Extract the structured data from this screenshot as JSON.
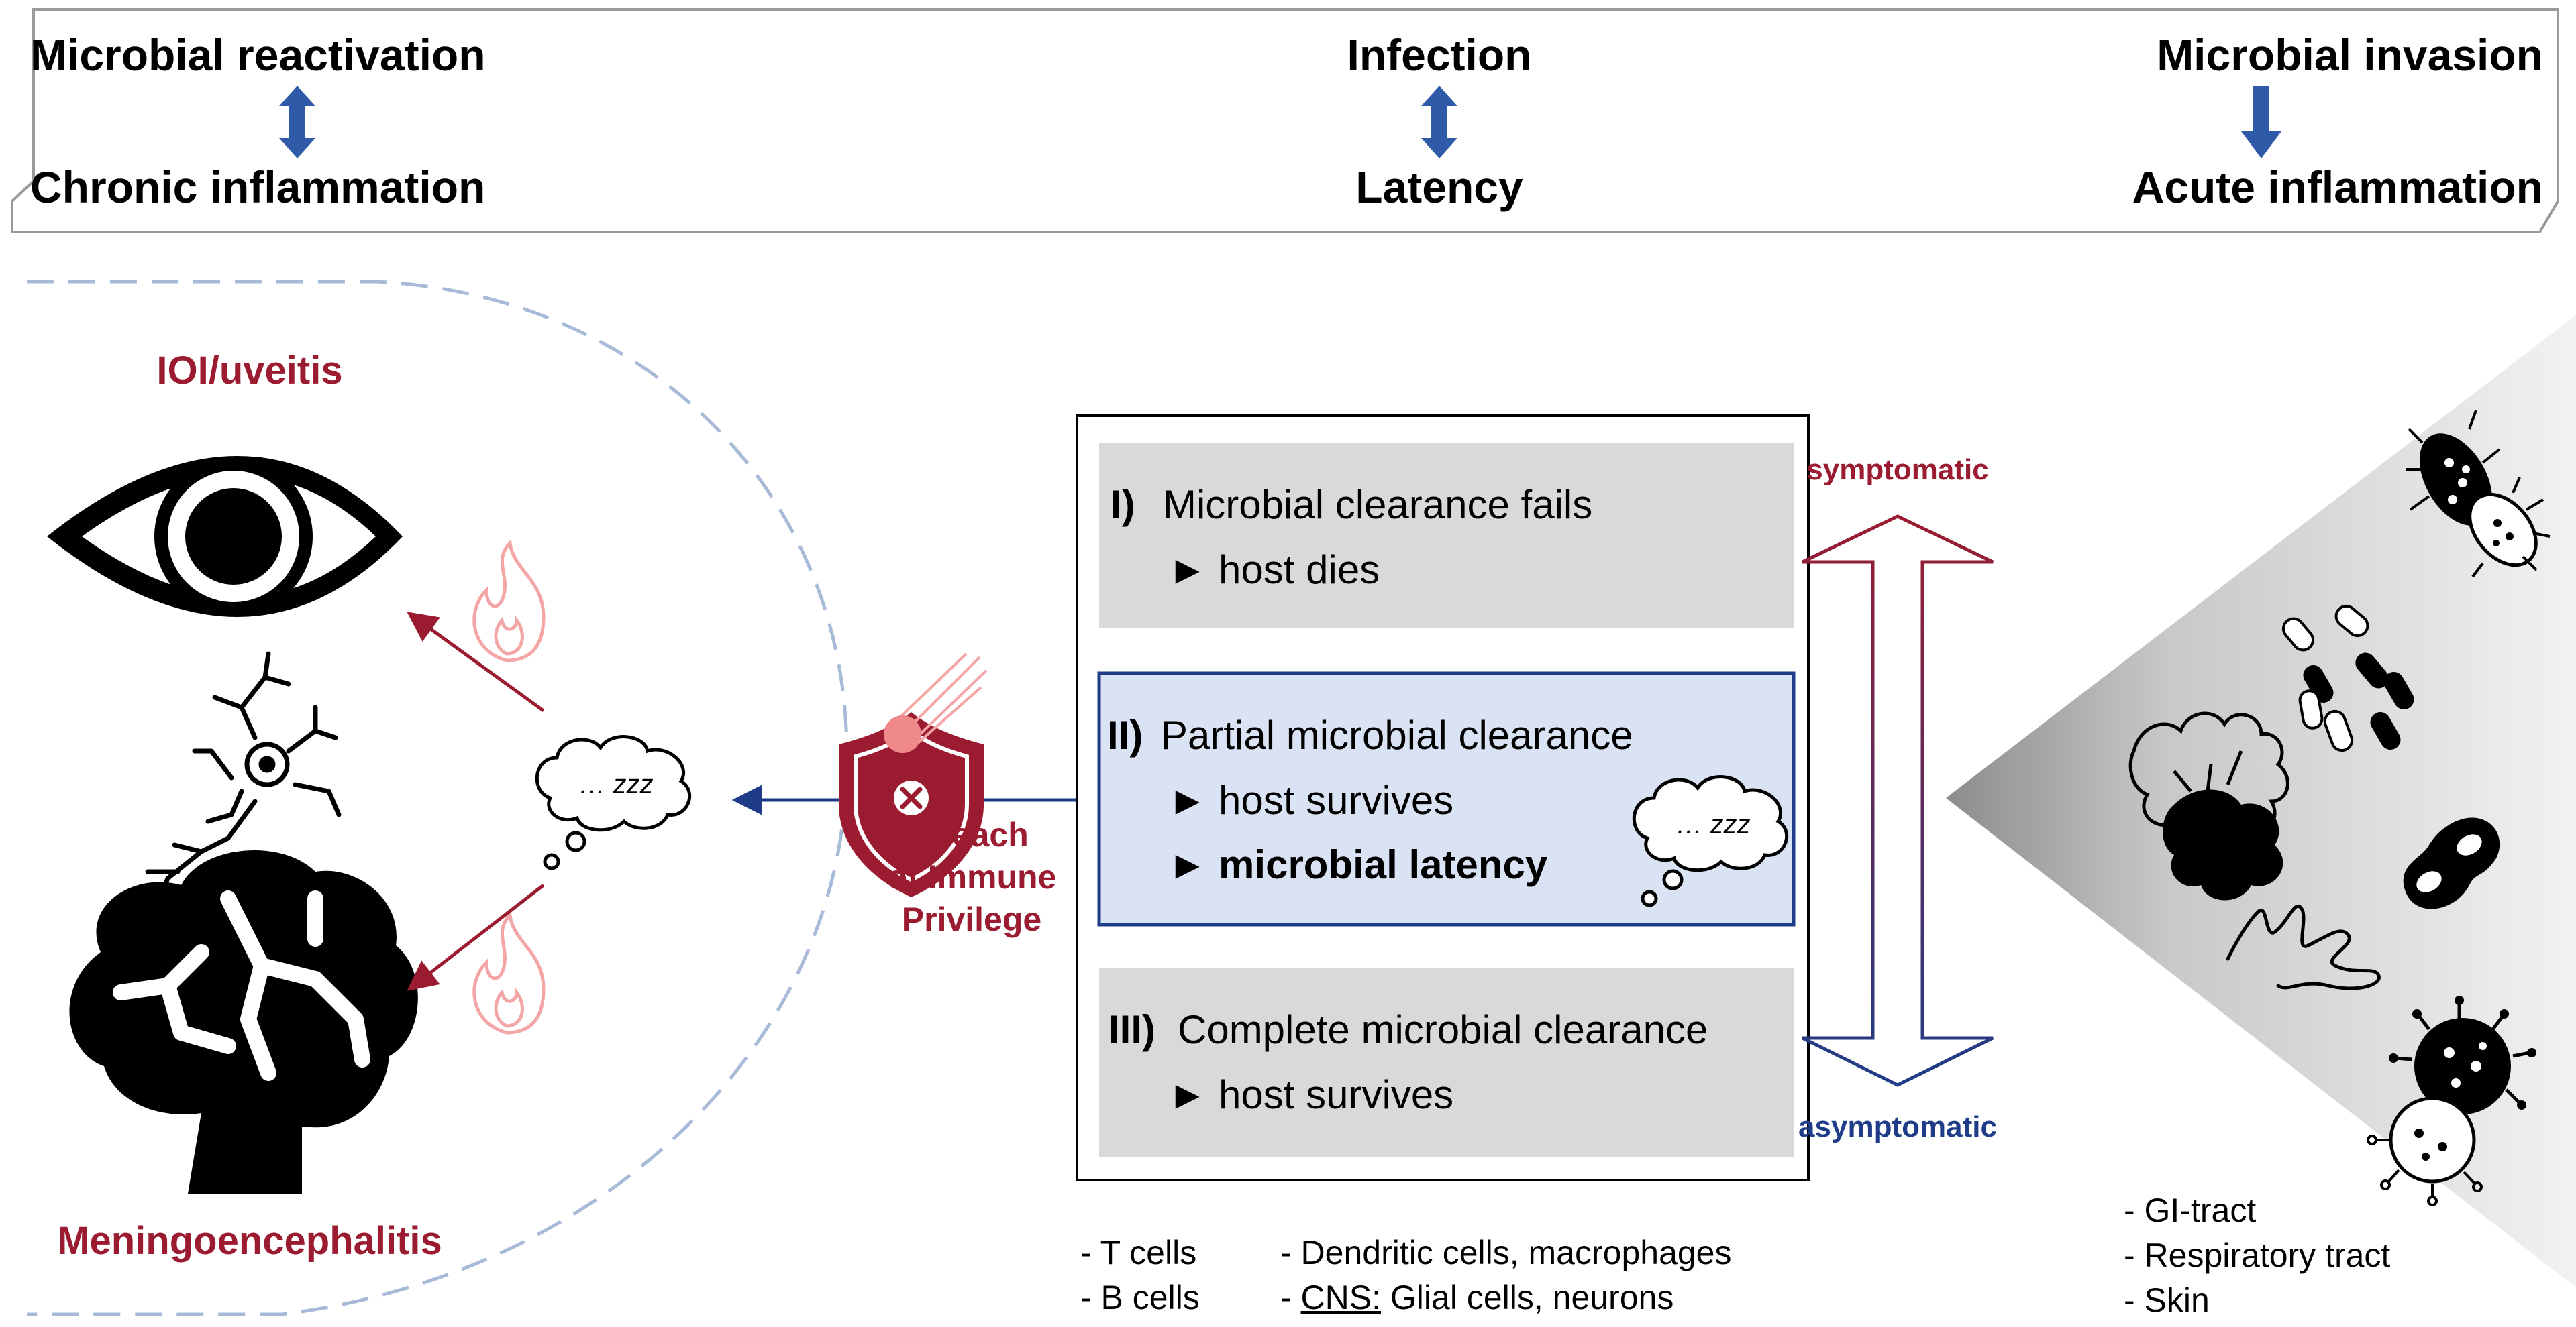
{
  "header": {
    "left_top": "Microbial reactivation",
    "left_bottom": "Chronic inflammation",
    "center_top": "Infection",
    "center_bottom": "Latency",
    "right_top": "Microbial invasion",
    "right_bottom": "Acute inflammation"
  },
  "left": {
    "eye_label": "IOI/uveitis",
    "brain_label": "Meningoencephalitis",
    "dream_text": "… zzz"
  },
  "breach": {
    "line1": "Breach",
    "line2": "of Immune",
    "line3": "Privilege"
  },
  "outcomes": [
    {
      "num": "I)",
      "title": "Microbial clearance fails",
      "lines": [
        "► host dies"
      ]
    },
    {
      "num": "II)",
      "title": "Partial microbial clearance",
      "lines": [
        "► host survives",
        "► microbial latency"
      ],
      "dream": "… zzz"
    },
    {
      "num": "III)",
      "title": "Complete microbial clearance",
      "lines": [
        "► host survives"
      ]
    }
  ],
  "spectrum": {
    "top": "symptomatic",
    "bottom": "asymptomatic"
  },
  "cells": {
    "col1": [
      "- T cells",
      "- B cells"
    ],
    "col2_line1": "- Dendritic cells, macrophages",
    "col2_prefix": "- ",
    "col2_cns": "CNS:",
    "col2_rest": " Glial cells, neurons"
  },
  "entry_sites": [
    "- GI-tract",
    "- Respiratory tract",
    "- Skin"
  ],
  "colors": {
    "crimson": "#9b1b30",
    "navy": "#1f3c88",
    "arrow_blue": "#2e5aa8",
    "box_gray": "#d9d9d9",
    "box_blue": "#dae3f3",
    "flame": "#f4a6a6"
  }
}
